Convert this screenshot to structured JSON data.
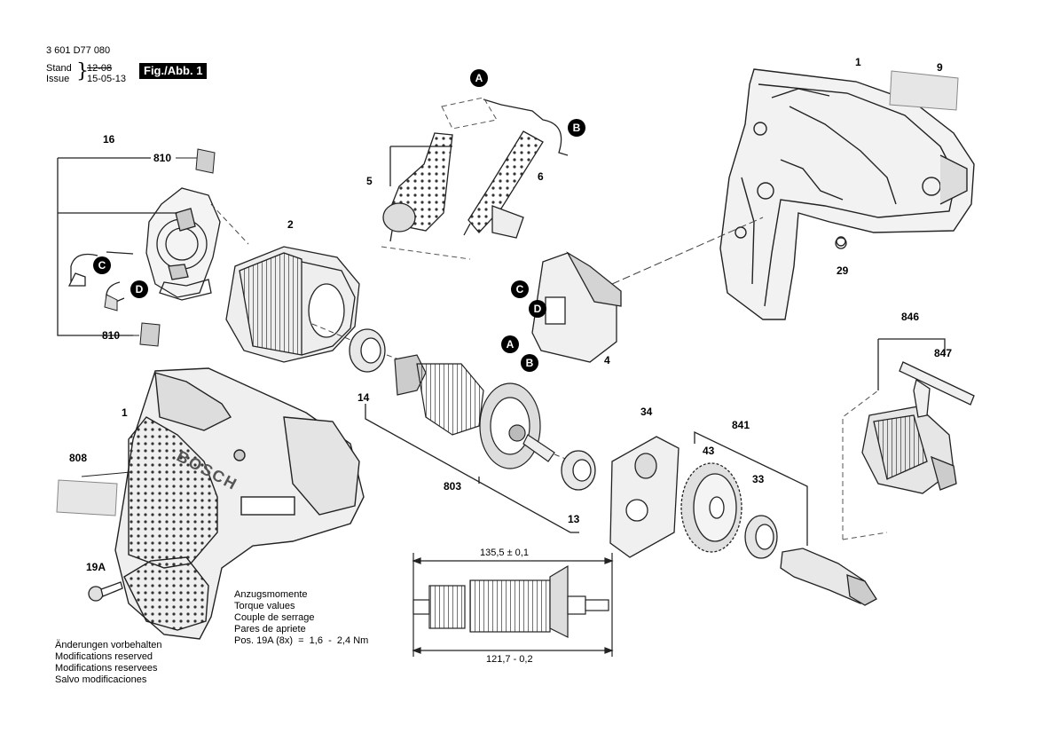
{
  "header": {
    "part_number": "3 601 D77 080",
    "stand_label": "Stand",
    "issue_label": "Issue",
    "stand_date": "12-08",
    "issue_date": "15-05-13",
    "figure_label": "Fig./Abb. 1"
  },
  "part_labels": {
    "p1_housing": "1",
    "p9": "9",
    "p16": "16",
    "p810_top": "810",
    "p810_bottom": "810",
    "p2": "2",
    "p5": "5",
    "p6": "6",
    "p29": "29",
    "p4": "4",
    "p14": "14",
    "p803": "803",
    "p13": "13",
    "p34": "34",
    "p841": "841",
    "p43": "43",
    "p33": "33",
    "p846": "846",
    "p847": "847",
    "p1_drill": "1",
    "p808": "808",
    "p19a": "19A"
  },
  "connectors": {
    "a": "A",
    "b": "B",
    "c": "C",
    "d": "D"
  },
  "dimensions": {
    "top": "135,5 ± 0,1",
    "bottom": "121,7 - 0,2"
  },
  "torque": {
    "line1": "Anzugsmomente",
    "line2": "Torque values",
    "line3": "Couple de serrage",
    "line4": "Pares de apriete",
    "line5": "Pos. 19A (8x)  =  1,6  -  2,4 Nm"
  },
  "notice": {
    "line1": "Änderungen vorbehalten",
    "line2": "Modifications reserved",
    "line3": "Modifications reservees",
    "line4": "Salvo modificaciones"
  },
  "brand_text": "BOSCH"
}
